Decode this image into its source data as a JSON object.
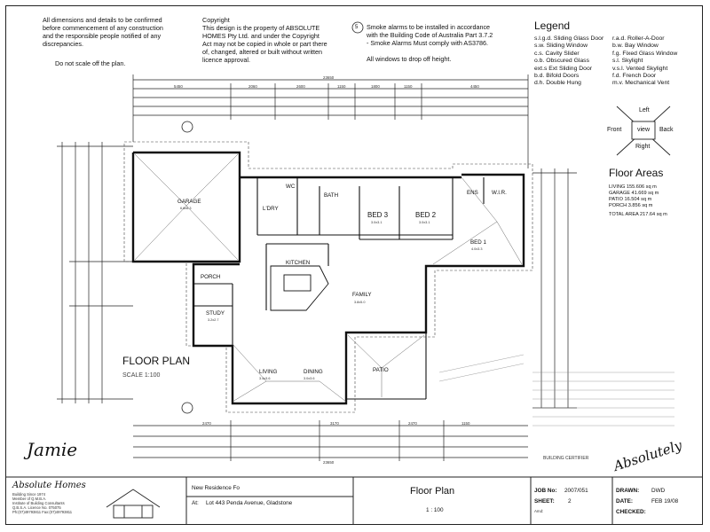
{
  "notes": {
    "general": "All dimensions and details to be confirmed\nbefore commencement of any construction\nand the responsible people notified of any\ndiscrepancies.",
    "no_scale": "Do not scale off the plan.",
    "copyright": "Copyright\nThis design is the property of ABSOLUTE\nHOMES Pty Ltd. and under the Copyright\nAct may not be copied in whole or part there\nof, changed, altered or built without written\nlicence approval.",
    "smoke_number": "5",
    "smoke": "Smoke alarms to be installed in accordance\nwith the Building Code of Australia Part 3.7.2\n- Smoke Alarms Must comply with AS3786.",
    "windows": "All windows to drop off height."
  },
  "legend": {
    "title": "Legend",
    "left": [
      {
        "code": "s.l.g.d.",
        "desc": "Sliding Glass Door"
      },
      {
        "code": "s.w.",
        "desc": "Sliding Window"
      },
      {
        "code": "c.s.",
        "desc": "Cavity Slider"
      },
      {
        "code": "o.b.",
        "desc": "Obscured Glass"
      },
      {
        "code": "ext.s",
        "desc": "Ext Sliding Door"
      },
      {
        "code": "b.d.",
        "desc": "Bifold Doors"
      },
      {
        "code": "d.h.",
        "desc": "Double Hung"
      }
    ],
    "right": [
      {
        "code": "r.a.d.",
        "desc": "Roller-A-Door"
      },
      {
        "code": "b.w.",
        "desc": "Bay Window"
      },
      {
        "code": "f.g.",
        "desc": "Fixed Glass Window"
      },
      {
        "code": "s.l.",
        "desc": "Skylight"
      },
      {
        "code": "v.s.l.",
        "desc": "Vented Skylight"
      },
      {
        "code": "f.d.",
        "desc": "French Door"
      },
      {
        "code": "m.v.",
        "desc": "Mechanical Vent"
      }
    ]
  },
  "view": {
    "left": "Left",
    "front": "Front",
    "center": "view",
    "back": "Back",
    "right": "Right"
  },
  "floor_areas": {
    "title": "Floor Areas",
    "rows": [
      {
        "label": "LIVING",
        "value": "155.606 sq m"
      },
      {
        "label": "GARAGE",
        "value": "41.669 sq m"
      },
      {
        "label": "PATIO",
        "value": "16.504 sq m"
      },
      {
        "label": "PORCH",
        "value": "3.856 sq m"
      },
      {
        "label": "TOTAL AREA",
        "value": "217.64 sq m"
      }
    ]
  },
  "rooms": {
    "garage": "GARAGE",
    "garage_sub": "6.6x6.3",
    "ldry": "L'DRY",
    "wc": "WC",
    "bath": "BATH",
    "bed3": "BED 3",
    "bed3_sub": "3.0x3.1",
    "bed2": "BED 2",
    "bed2_sub": "3.0x3.1",
    "ens": "ENS",
    "wir": "W.I.R.",
    "bed1": "BED 1",
    "bed1_sub": "4.0x3.3",
    "kitchen": "KITCHEN",
    "family": "FAMILY",
    "family_sub": "3.8x5.0",
    "porch": "PORCH",
    "study": "STUDY",
    "study_sub": "3.2x2.7",
    "living": "LIVING",
    "living_sub": "3.4x3.6",
    "dining": "DINING",
    "dining_sub": "3.0x3.6",
    "patio": "PATIO"
  },
  "plan": {
    "title": "FLOOR PLAN",
    "scale": "SCALE 1:100",
    "dims_top_total": "23650",
    "dims_top_row": [
      "5450",
      "2060",
      "2600",
      "1150",
      "1800",
      "1150",
      "4450"
    ],
    "dims_bottom_row": [
      "2470",
      "3170",
      "2470",
      "1150"
    ],
    "dims_bottom_total": "23650",
    "signature": "Jamie",
    "stamp": "Absolutely",
    "building_cert": "BUILDING CERTIFIER"
  },
  "title_block": {
    "company": "Absolute Homes",
    "company_lines": [
      "Building Since 1974",
      "Member of Q.M.B.A.",
      "Institute of Building Consultants",
      "Q.B.S.A. Licence No. 075075",
      "Ph:(07)49793811  Fax:(07)49793811"
    ],
    "project_label": "New Residence Fo",
    "at_label": "At:",
    "address": "Lot 443 Penda Avenue, Gladstone",
    "drawing_title": "Floor Plan",
    "scale": "1 : 100",
    "job_label": "JOB No:",
    "job_value": "2007/051",
    "sheet_label": "SHEET:",
    "sheet_value": "2",
    "amd_label": "Amd:",
    "drawn_label": "DRAWN:",
    "drawn_value": "DWD",
    "date_label": "DATE:",
    "date_value": "FEB 19/08",
    "checked_label": "CHECKED:",
    "checked_value": ""
  }
}
